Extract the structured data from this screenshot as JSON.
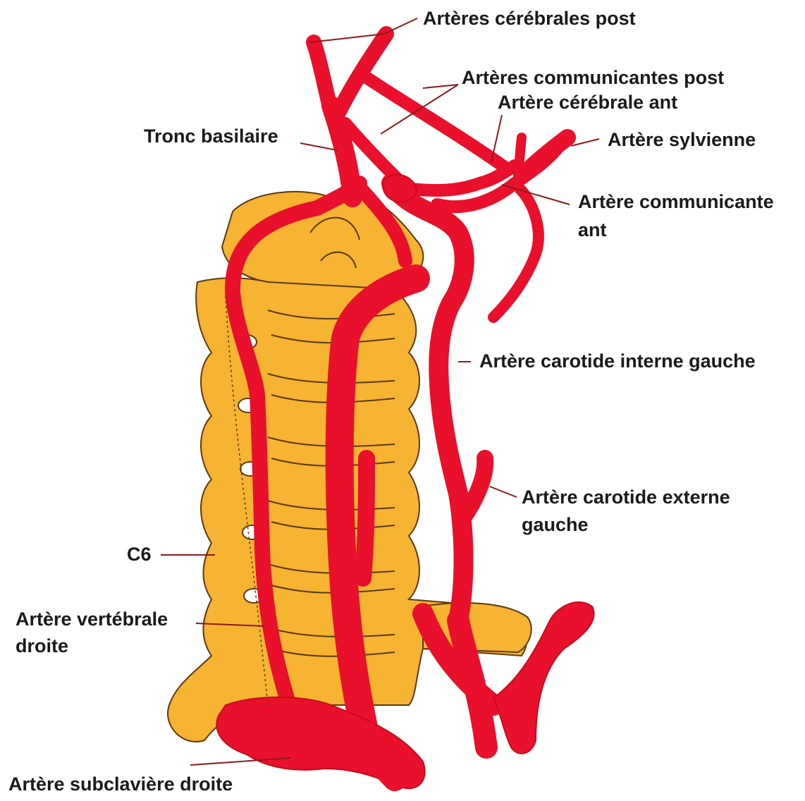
{
  "colors": {
    "artery": "#e8102a",
    "artery_dark": "#c80a1e",
    "bone": "#f7b332",
    "bone_line": "#5a3a10",
    "leader": "#8a1a1a",
    "text": "#1a1a1a"
  },
  "labels": {
    "cerebrales_post": "Artères cérébrales post",
    "communicantes_post": "Artères communicantes post",
    "cerebrale_ant": "Artère cérébrale ant",
    "tronc_basilaire": "Tronc basilaire",
    "sylvienne": "Artère sylvienne",
    "communicante_ant_line1": "Artère communicante",
    "communicante_ant_line2": "ant",
    "carotide_interne": "Artère carotide interne gauche",
    "carotide_externe_line1": "Artère carotide externe",
    "carotide_externe_line2": "gauche",
    "c6": "C6",
    "vertebrale_line1": "Artère vertébrale",
    "vertebrale_line2": "droite",
    "subclaviere": "Artère subclavière droite"
  }
}
